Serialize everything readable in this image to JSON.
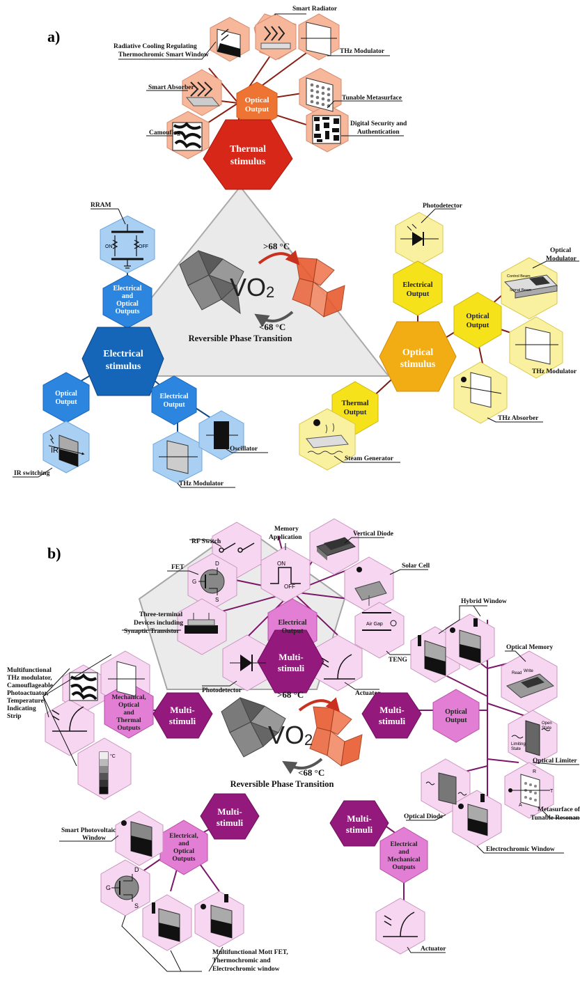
{
  "panel_a": {
    "tag": "a)",
    "center": {
      "formula_main": "VO",
      "formula_sub": "2",
      "heat": ">68 °C",
      "cool": "<68 °C",
      "caption": "Reversible Phase Transition"
    },
    "thermal": {
      "stimulus": [
        "Thermal",
        "stimulus"
      ],
      "output": [
        "Optical",
        "Output"
      ],
      "labels": {
        "smart_radiator": "Smart Radiator",
        "thz_modulator": "THz Modulator",
        "radiative_1": "Radiative Cooling Regulating",
        "radiative_2": "Thermochromic Smart Window",
        "smart_absorber": "Smart Absorber",
        "tunable_meta": "Tunable Metasurface",
        "camouflage": "Camouflage",
        "digital_1": "Digital Security and",
        "digital_2": "Authentication"
      }
    },
    "electrical": {
      "stimulus": [
        "Electrical",
        "stimulus"
      ],
      "outputs_eo": [
        "Electrical",
        "and",
        "Optical",
        "Outputs"
      ],
      "optical_out": [
        "Optical",
        "Output"
      ],
      "electrical_out": [
        "Electrical",
        "Output"
      ],
      "labels": {
        "rram": "RRAM",
        "on": "ON",
        "off": "OFF",
        "ir": "IR",
        "ir_switching": "IR switching",
        "oscillator": "Oscillator",
        "thz_modulator": "THz Modulator"
      }
    },
    "optical": {
      "stimulus": [
        "Optical",
        "stimulus"
      ],
      "electrical_out": [
        "Electrical",
        "Output"
      ],
      "optical_out": [
        "Optical",
        "Output"
      ],
      "thermal_out": [
        "Thermal",
        "Output"
      ],
      "labels": {
        "photodetector": "Photodetector",
        "optical_mod_1": "Optical",
        "optical_mod_2": "Modulator",
        "control_beam": "Control Beam",
        "signal_beam": "Signal Beam",
        "thz_modulator": "THz Modulator",
        "thz_absorber": "THz Absorber",
        "steam": "Steam Generator"
      }
    }
  },
  "panel_b": {
    "tag": "b)",
    "center": {
      "formula_main": "VO",
      "formula_sub": "2",
      "heat": ">68 °C",
      "cool": "<68 °C",
      "caption": "Reversible Phase Transition"
    },
    "multi_label": [
      "Multi-",
      "stimuli"
    ],
    "top": {
      "output": [
        "Electrical",
        "Output"
      ],
      "labels": {
        "rf_switch": "RF Switch",
        "memory_1": "Memory",
        "memory_2": "Application",
        "on": "ON",
        "off": "OFF",
        "vertical_diode": "Vertical Diode",
        "fet": "FET",
        "solar": "Solar Cell",
        "three_1": "Three-terminal",
        "three_2": "Devices including",
        "three_3": "Synaptic Transistor",
        "air_gap": "Air Gap",
        "teng": "TENG",
        "photodetector": "Photodetector",
        "actuator": "Actuator",
        "d": "D",
        "g": "G",
        "s": "S"
      }
    },
    "left": {
      "output": [
        "Mechanical,",
        "Optical",
        "and",
        "Thermal",
        "Outputs"
      ],
      "labels": [
        "Multifunctional",
        "THz modulator,",
        "Camouflageable",
        "Photoactuator,",
        "Temperature",
        "Indicating",
        "Strip"
      ],
      "deg": "°C"
    },
    "right": {
      "output": [
        "Optical",
        "Output"
      ],
      "labels": {
        "hybrid": "Hybrid Window",
        "memory": "Optical Memory",
        "read": "Read",
        "write": "Write",
        "limiter": "Optical Limiter",
        "open": "Open",
        "state": "State",
        "limiting": "Limiting",
        "state2": "State",
        "meta_1": "Metasurface of",
        "meta_2": "Tunable Resonance",
        "diode": "Optical Diode",
        "electrochromic": "Electrochromic Window",
        "r": "R",
        "t": "T",
        "a": "A"
      }
    },
    "bottom_left": {
      "output": [
        "Electrical,",
        "and",
        "Optical",
        "Outputs"
      ],
      "labels": {
        "pv_1": "Smart Photovoltaic",
        "pv_2": "Window",
        "mott_1": "Multifunctional Mott FET,",
        "mott_2": "Thermochromic and",
        "mott_3": "Electrochromic window",
        "d": "D",
        "g": "G",
        "s": "S"
      }
    },
    "bottom_right": {
      "output": [
        "Electrical",
        "and",
        "Mechanical",
        "Outputs"
      ],
      "labels": {
        "actuator": "Actuator"
      }
    }
  },
  "colors": {
    "thermal_stim": "#d62718",
    "optical_out_orange": "#ee7434",
    "peach": "#f6b79b",
    "electrical_stim": "#1565b8",
    "blue_mid": "#2c86e0",
    "blue_light": "#a9cff2",
    "optical_stim": "#f3ad14",
    "yellow": "#f5e21b",
    "yellow_light": "#faf1a0",
    "multi": "#931a7c",
    "pink_mid": "#e27ed4",
    "pink_light": "#f7d6f1",
    "connector_a": "#7a1a12",
    "connector_b": "#7c1669",
    "triangle": "#eaeaea",
    "vo2_red": "#e85a30"
  }
}
